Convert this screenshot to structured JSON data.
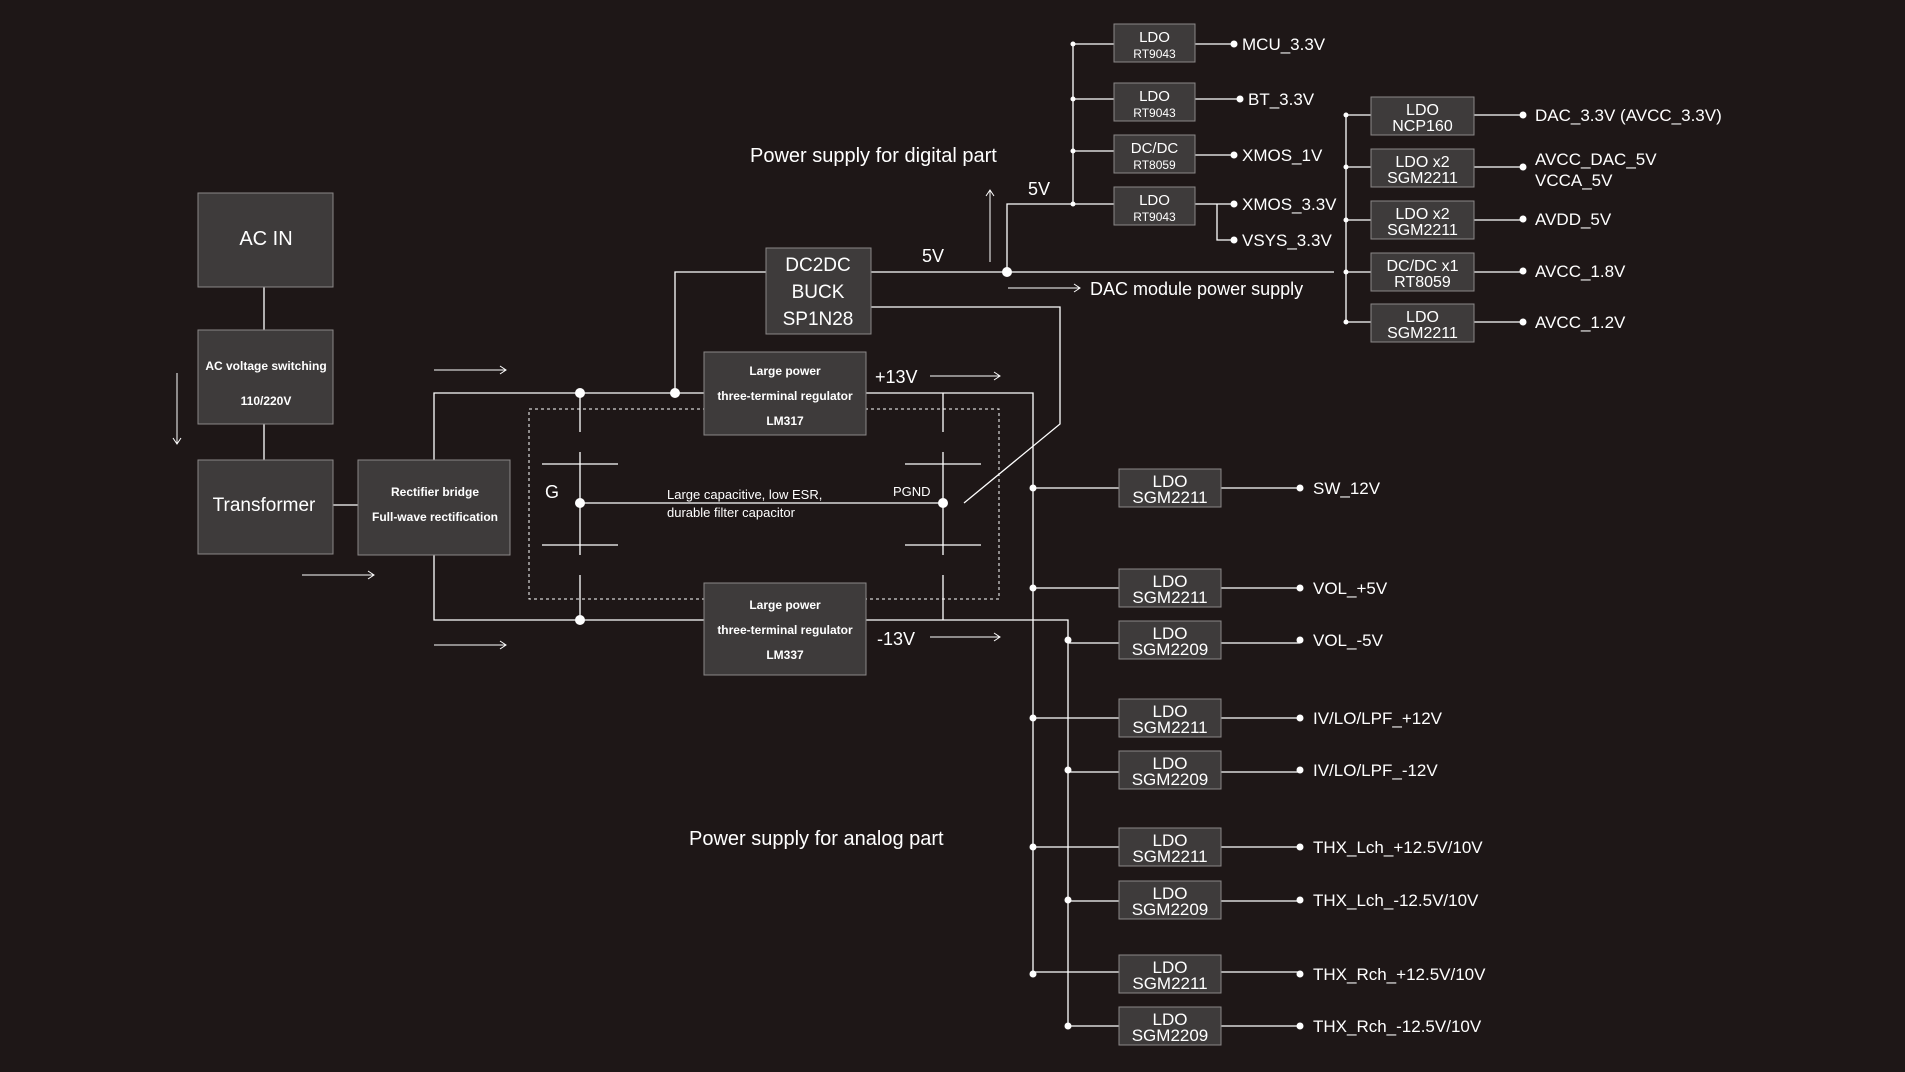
{
  "colors": {
    "background": "#1e1717",
    "box_fill": "#3e3b3b",
    "box_stroke": "#8a8787",
    "line": "#ffffff",
    "text": "#ffffff"
  },
  "headings": {
    "digital": "Power supply for digital part",
    "analog": "Power supply for analog part",
    "dac_module": "DAC module power supply"
  },
  "input": {
    "ac_in": "AC IN",
    "ac_switch_1": "AC voltage switching",
    "ac_switch_2": "110/220V",
    "transformer": "Transformer",
    "rectifier_1": "Rectifier bridge",
    "rectifier_2": "Full-wave rectification"
  },
  "regulators": {
    "pos_1": "Large power",
    "pos_2": "three-terminal regulator",
    "pos_3": "LM317",
    "neg_1": "Large power",
    "neg_2": "three-terminal regulator",
    "neg_3": "LM337"
  },
  "dc2dc": {
    "line1": "DC2DC",
    "line2": "BUCK",
    "line3": "SP1N28"
  },
  "rails": {
    "plus13": "+13V",
    "minus13": "-13V",
    "v5_main": "5V",
    "v5_digital": "5V"
  },
  "filter": {
    "g": "G",
    "pgnd": "PGND",
    "cap_line1": "Large capacitive, low ESR,",
    "cap_line2": "durable filter capacitor"
  },
  "digital_ldos": [
    {
      "top": "LDO",
      "bottom": "RT9043",
      "outputs": [
        "MCU_3.3V"
      ]
    },
    {
      "top": "LDO",
      "bottom": "RT9043",
      "outputs": [
        "BT_3.3V"
      ]
    },
    {
      "top": "DC/DC",
      "bottom": "RT8059",
      "outputs": [
        "XMOS_1V"
      ]
    },
    {
      "top": "LDO",
      "bottom": "RT9043",
      "outputs": [
        "XMOS_3.3V",
        "VSYS_3.3V"
      ]
    }
  ],
  "dac_ldos": [
    {
      "top": "LDO",
      "bottom": "NCP160",
      "output": "DAC_3.3V (AVCC_3.3V)",
      "output2": ""
    },
    {
      "top": "LDO x2",
      "bottom": "SGM2211",
      "output": "AVCC_DAC_5V",
      "output2": "VCCA_5V"
    },
    {
      "top": "LDO x2",
      "bottom": "SGM2211",
      "output": "AVDD_5V",
      "output2": ""
    },
    {
      "top": "DC/DC x1",
      "bottom": "RT8059",
      "output": "AVCC_1.8V",
      "output2": ""
    },
    {
      "top": "LDO",
      "bottom": "SGM2211",
      "output": "AVCC_1.2V",
      "output2": ""
    }
  ],
  "analog_ldos": [
    {
      "top": "LDO",
      "bottom": "SGM2211",
      "output": "SW_12V"
    },
    {
      "top": "LDO",
      "bottom": "SGM2211",
      "output": "VOL_+5V"
    },
    {
      "top": "LDO",
      "bottom": "SGM2209",
      "output": "VOL_-5V"
    },
    {
      "top": "LDO",
      "bottom": "SGM2211",
      "output": "IV/LO/LPF_+12V"
    },
    {
      "top": "LDO",
      "bottom": "SGM2209",
      "output": "IV/LO/LPF_-12V"
    },
    {
      "top": "LDO",
      "bottom": "SGM2211",
      "output": "THX_Lch_+12.5V/10V"
    },
    {
      "top": "LDO",
      "bottom": "SGM2209",
      "output": "THX_Lch_-12.5V/10V"
    },
    {
      "top": "LDO",
      "bottom": "SGM2211",
      "output": "THX_Rch_+12.5V/10V"
    },
    {
      "top": "LDO",
      "bottom": "SGM2209",
      "output": "THX_Rch_-12.5V/10V"
    }
  ]
}
